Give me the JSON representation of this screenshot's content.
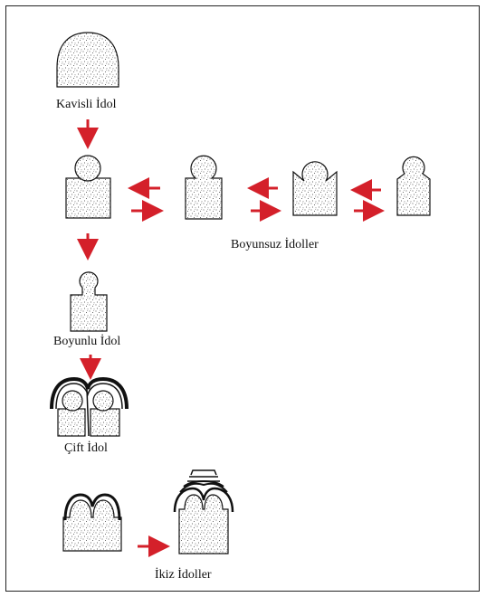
{
  "labels": {
    "kavisli": "Kavisli İdol",
    "boyunsuz": "Boyunsuz İdoller",
    "boyunlu": "Boyunlu İdol",
    "cift": "Çift İdol",
    "ikiz": "İkiz İdoller"
  },
  "colors": {
    "arrow": "#d4202a",
    "ink": "#111111",
    "stipple": "#3a3a3a"
  }
}
